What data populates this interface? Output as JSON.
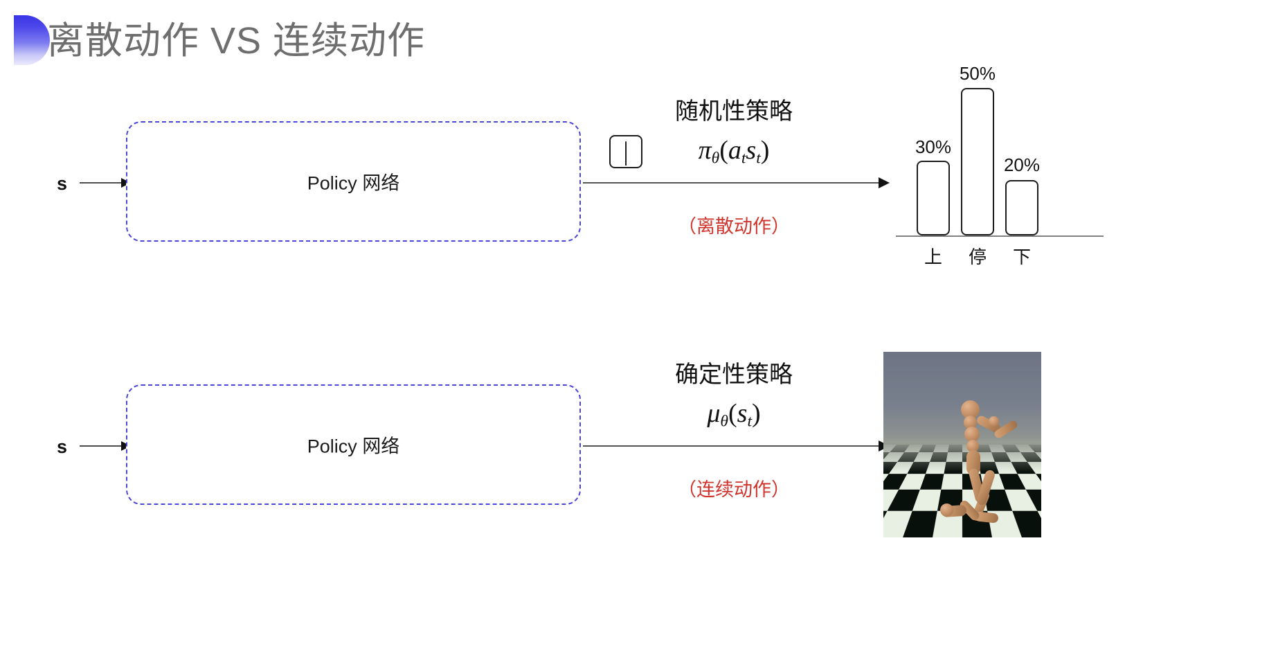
{
  "slide": {
    "title": "离散动作 VS 连续动作",
    "accent_color": "#3a35e6",
    "title_color": "#6e6e6e",
    "background": "#ffffff"
  },
  "rows": [
    {
      "id": "discrete",
      "input_label": "s",
      "box_label": "Policy 网络",
      "box_border_color": "#4b45d8",
      "annotation_heading": "随机性策略",
      "annotation_formula": "πθ(at|st)",
      "annotation_note": "（离散动作）",
      "note_color": "#d0342c",
      "output_kind": "bar-chart"
    },
    {
      "id": "continuous",
      "input_label": "s",
      "box_label": "Policy 网络",
      "box_border_color": "#4b45d8",
      "annotation_heading": "确定性策略",
      "annotation_formula": "μθ(st)",
      "annotation_note": "（连续动作）",
      "note_color": "#d0342c",
      "output_kind": "humanoid-render"
    }
  ],
  "formula_parts": {
    "pi": "π",
    "mu": "μ",
    "theta": "θ",
    "open": "(",
    "close": ")",
    "bar": "|",
    "a": "a",
    "s": "s",
    "t": "t"
  },
  "chart_data": {
    "type": "bar",
    "title": "",
    "categories": [
      "上",
      "停",
      "下"
    ],
    "values": [
      30,
      50,
      20
    ],
    "value_labels": [
      "30%",
      "50%",
      "20%"
    ],
    "xlabel": "",
    "ylabel": "",
    "ylim": [
      0,
      58
    ],
    "grid": false,
    "legend": false,
    "bar_fill": "#ffffff",
    "bar_stroke": "#1c1c1c",
    "axis_color": "#808080"
  },
  "render": {
    "caption": "",
    "scene": "humanoid on checkerboard floor",
    "sky_color": "#787f8d",
    "floor_light": "#e8f0e4",
    "floor_dark": "#08100c",
    "body_color": "#c08e63"
  }
}
